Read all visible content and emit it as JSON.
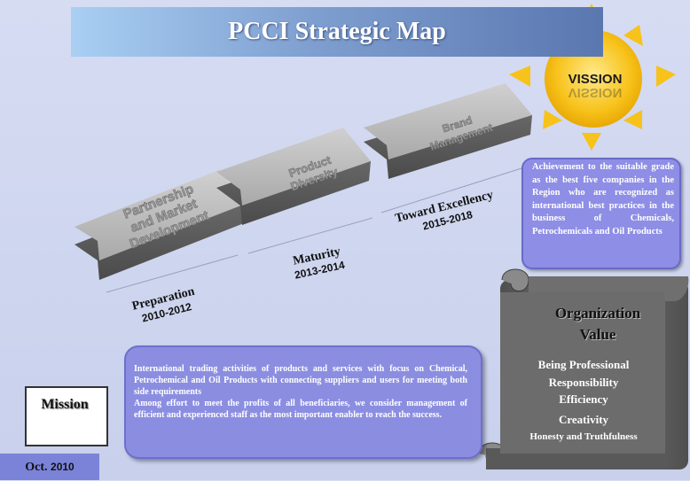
{
  "title": "PCCI Strategic Map",
  "vision": {
    "label": "VISSION",
    "text": "Achievement to the suitable grade as the best five companies in the Region who are recognized as international best practices in the business of Chemicals, Petrochemicals and Oil Products"
  },
  "stages": [
    {
      "chevron_lines": [
        "Partnership",
        "and Market",
        "Development"
      ],
      "name": "Preparation",
      "years": "2010-2012"
    },
    {
      "chevron_lines": [
        "Product",
        "Diversity"
      ],
      "name": "Maturity",
      "years": "2013-2014"
    },
    {
      "chevron_lines": [
        "Brand",
        "Management"
      ],
      "name": "Toward Excellency",
      "years": "2015-2018"
    }
  ],
  "mission": {
    "label": "Mission",
    "paragraphs": [
      "International trading activities of products and services with focus on Chemical, Petrochemical and Oil Products with connecting suppliers and users for meeting both side requirements",
      "Among effort to meet the profits of all beneficiaries, we consider management of efficient and experienced staff as the most important enabler to reach the success."
    ]
  },
  "organization_value": {
    "title_line1": "Organization",
    "title_line2": "Value",
    "items": [
      "Being Professional",
      "Responsibility",
      "Efficiency",
      "Creativity",
      "Honesty and Truthfulness"
    ]
  },
  "date": {
    "month": "Oct.",
    "year": "2010"
  },
  "colors": {
    "sun": "#f7c21a",
    "box": "#8b8ee0",
    "scroll": "#6b6b6b",
    "chevron": "#b9b9b9"
  }
}
